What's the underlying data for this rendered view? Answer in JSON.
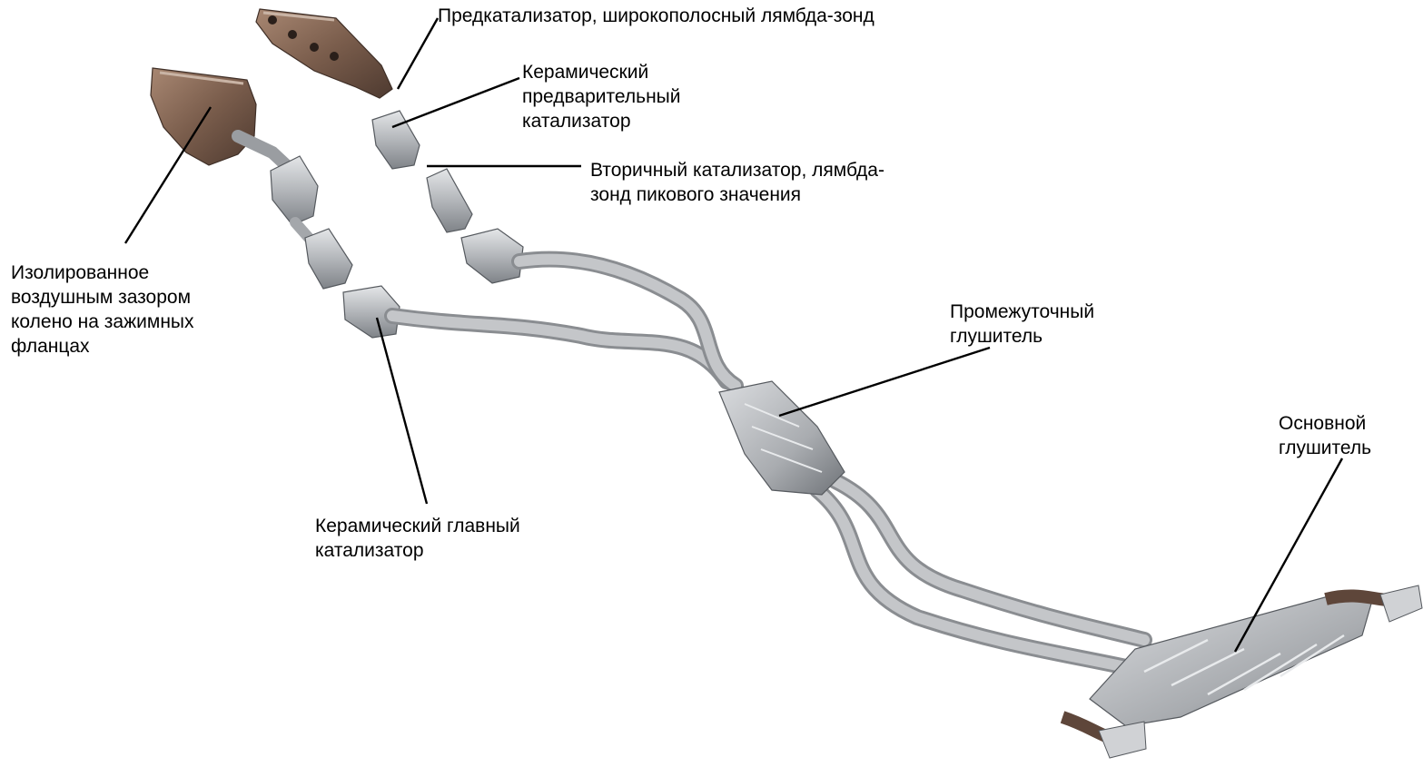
{
  "labels": {
    "precat": "Предкатализатор, широкополосный лямбда-зонд",
    "ceramic_pre": [
      "Керамический",
      "предварительный",
      "катализатор"
    ],
    "secondary": [
      "Вторичный катализатор, лямбда-",
      "зонд пикового значения"
    ],
    "manifold": [
      "Изолированное",
      "воздушным зазором",
      "колено на зажимных",
      "фланцах"
    ],
    "middle_muffler": [
      "Промежуточный",
      "глушитель"
    ],
    "main_muffler": [
      "Основной",
      "глушитель"
    ],
    "main_cat": [
      "Керамический главный",
      "катализатор"
    ]
  },
  "colors": {
    "pipe": "#b9bbbe",
    "pipe_dark": "#8a8d91",
    "metal_light": "#d6d8db",
    "copper": "#8b6a55",
    "copper_dark": "#5e463a",
    "leader": "#000000"
  }
}
